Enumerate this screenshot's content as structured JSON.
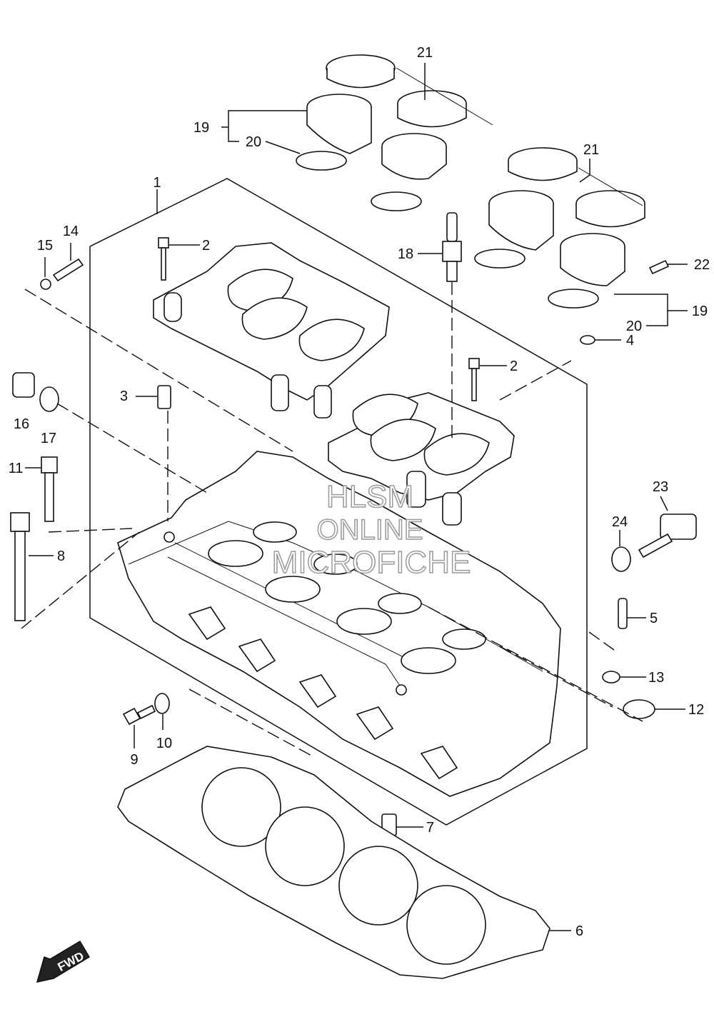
{
  "callouts": [
    "1",
    "2",
    "2",
    "3",
    "4",
    "5",
    "6",
    "7",
    "8",
    "9",
    "10",
    "11",
    "12",
    "13",
    "14",
    "15",
    "16",
    "17",
    "18",
    "19",
    "19",
    "20",
    "20",
    "21",
    "21",
    "22",
    "23",
    "24"
  ],
  "watermark": {
    "line1": "HLSM",
    "line2": "ONLINE",
    "line3": "MICROFICHE"
  },
  "direction_badge": "FWD"
}
